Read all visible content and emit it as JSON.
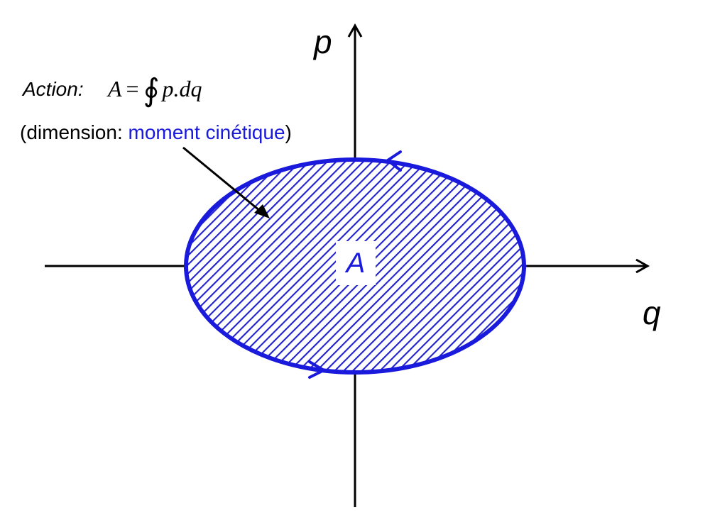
{
  "axes": {
    "vertical_label": "p",
    "horizontal_label": "q"
  },
  "action": {
    "label": "Action:",
    "formula_lhs": "A",
    "formula_eq": "=",
    "formula_integral": "∮",
    "formula_rhs": "p.dq"
  },
  "dimension": {
    "open": "(dimension: ",
    "value": "moment cinétique",
    "close": ")"
  },
  "area": {
    "label": "A"
  },
  "colors": {
    "axes": "#000000",
    "curve": "#1a1adc",
    "hatch": "#2222cc",
    "text_highlight": "#1a1adc"
  },
  "icons": {
    "pointer": "arrow-pointer-icon",
    "direction": "direction-arrow-icon"
  }
}
